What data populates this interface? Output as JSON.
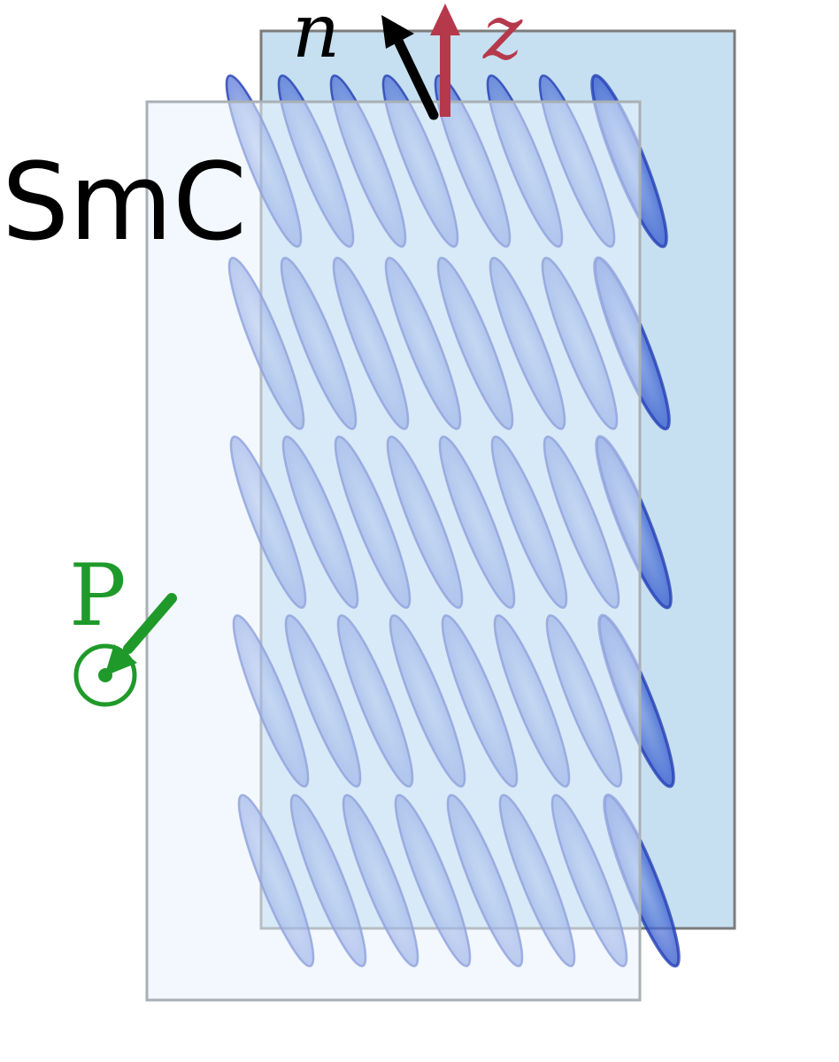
{
  "labels": {
    "phase": "SmC",
    "director": "n",
    "layer_normal": "z",
    "polarization": "P"
  },
  "layers": {
    "rows": 5,
    "molecules_per_row": 8
  },
  "colors": {
    "back_plate_fill": "#c6e0f1",
    "front_plate_fill": "#dbeaf7",
    "plate_stroke": "#7c7c7c",
    "molecule_fill": "#5b7fdc",
    "molecule_stroke": "#2540b5",
    "director_arrow": "#000000",
    "z_arrow": "#b5394b",
    "polarization": "#1f9a2a",
    "phase_label": "#000000"
  },
  "icons": {
    "polarization_symbol": "out-of-plane-dot-circle-icon"
  }
}
